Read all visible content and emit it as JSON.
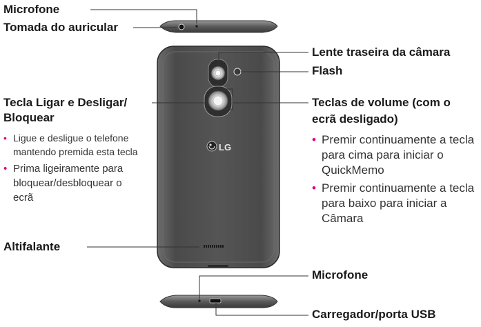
{
  "labels": {
    "mic_top": "Microfone",
    "headset_jack": "Tomada do auricular",
    "rear_camera": "Lente traseira da câmara",
    "flash": "Flash",
    "power_key": "Tecla Ligar e Desligar/",
    "power_key_line2": "Bloquear",
    "volume_keys": "Teclas de volume (com o",
    "volume_keys_line2": "ecrã desligado)",
    "speaker": "Altifalante",
    "mic_bottom": "Microfone",
    "charger": "Carregador/porta USB",
    "logo": "LG"
  },
  "power_desc": [
    "Ligue e desligue o telefone mantendo premida esta tecla",
    "Prima ligeiramente para bloquear/desbloquear o ecrã"
  ],
  "volume_desc": [
    "Premir continuamente a tecla para cima para iniciar o QuickMemo",
    "Premir continuamente a tecla para baixo para iniciar a Câmara"
  ],
  "colors": {
    "accent_bullet": "#e0007a"
  }
}
